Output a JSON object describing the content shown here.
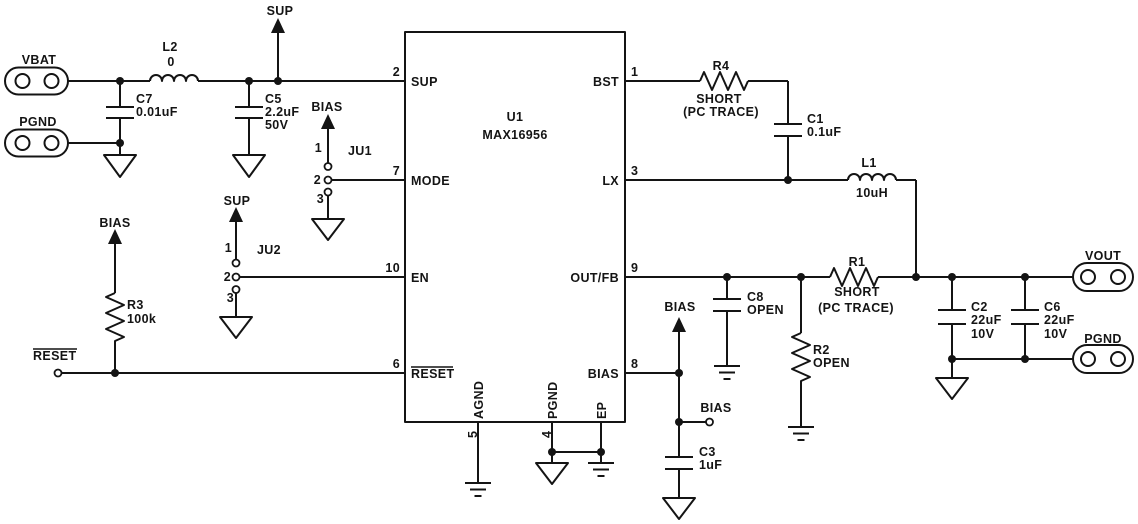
{
  "ic": {
    "ref": "U1",
    "part": "MAX16956",
    "pins": {
      "sup": {
        "num": "2",
        "label": "SUP"
      },
      "mode": {
        "num": "7",
        "label": "MODE"
      },
      "en": {
        "num": "10",
        "label": "EN"
      },
      "reset": {
        "num": "6",
        "label": "RESET"
      },
      "bst": {
        "num": "1",
        "label": "BST"
      },
      "lx": {
        "num": "3",
        "label": "LX"
      },
      "outfb": {
        "num": "9",
        "label": "OUT/FB"
      },
      "bias": {
        "num": "8",
        "label": "BIAS"
      },
      "agnd": {
        "num": "5",
        "label": "AGND"
      },
      "pgnd": {
        "num": "4",
        "label": "PGND"
      },
      "ep": {
        "num": "",
        "label": "EP"
      }
    }
  },
  "components": {
    "l2": {
      "ref": "L2",
      "value": "0"
    },
    "c7": {
      "ref": "C7",
      "value": "0.01uF"
    },
    "c5": {
      "ref": "C5",
      "value": "2.2uF",
      "rating": "50V"
    },
    "r3": {
      "ref": "R3",
      "value": "100k"
    },
    "ju1": {
      "ref": "JU1",
      "pins": [
        "1",
        "2",
        "3"
      ]
    },
    "ju2": {
      "ref": "JU2",
      "pins": [
        "1",
        "2",
        "3"
      ]
    },
    "r4": {
      "ref": "R4",
      "value": "SHORT",
      "note": "(PC TRACE)"
    },
    "c1": {
      "ref": "C1",
      "value": "0.1uF"
    },
    "l1": {
      "ref": "L1",
      "value": "10uH"
    },
    "c8": {
      "ref": "C8",
      "value": "OPEN"
    },
    "r1": {
      "ref": "R1",
      "value": "SHORT",
      "note": "(PC TRACE)"
    },
    "r2": {
      "ref": "R2",
      "value": "OPEN"
    },
    "c2": {
      "ref": "C2",
      "value": "22uF",
      "rating": "10V"
    },
    "c6": {
      "ref": "C6",
      "value": "22uF",
      "rating": "10V"
    },
    "c3": {
      "ref": "C3",
      "value": "1uF"
    }
  },
  "terminals": {
    "vbat": "VBAT",
    "pgnd_in": "PGND",
    "vout": "VOUT",
    "pgnd_out": "PGND"
  },
  "net_labels": {
    "sup_top": "SUP",
    "sup_ju2": "SUP",
    "bias_ju1": "BIAS",
    "bias_r3": "BIAS",
    "bias_pin8": "BIAS",
    "bias_tp": "BIAS",
    "reset": "RESET"
  }
}
